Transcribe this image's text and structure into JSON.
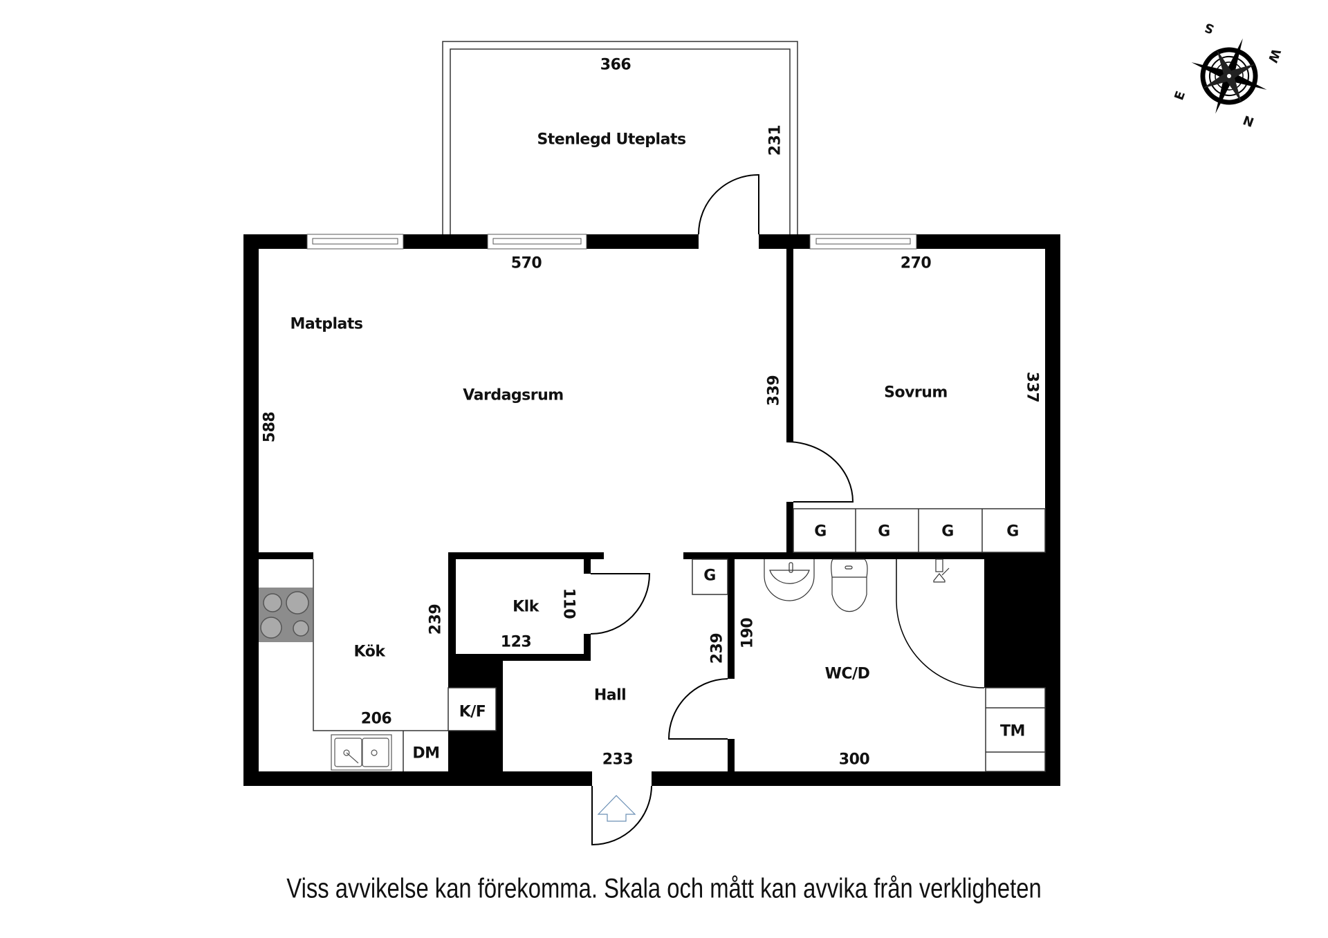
{
  "plan": {
    "rooms": {
      "patio": "Stenlegd Uteplats",
      "dining": "Matplats",
      "living": "Vardagsrum",
      "bedroom": "Sovrum",
      "kitchen": "Kök",
      "closet": "Klk",
      "hall": "Hall",
      "bathroom": "WC/D"
    },
    "dimensions": {
      "patio_width": "366",
      "patio_depth": "231",
      "living_width": "570",
      "living_depth": "588",
      "living_partition": "339",
      "bedroom_width": "270",
      "bedroom_depth": "337",
      "kitchen_depth": "239",
      "kitchen_width": "206",
      "closet_depth": "110",
      "closet_width": "123",
      "hall_depth": "239",
      "hall_width": "233",
      "bath_depth": "190",
      "bath_width": "300"
    },
    "fixtures": {
      "wardrobe": "G",
      "fridge_freezer": "K/F",
      "dishwasher": "DM",
      "washing_machine": "TM"
    },
    "entry_icon": "entrance-arrow-icon",
    "colors": {
      "wall": "#000000",
      "stove": "#8c8c8c",
      "entry_arrow": "#6a8fb5"
    }
  },
  "compass": {
    "icon": "compass-rose-icon",
    "labels": {
      "n": "N",
      "s": "S",
      "e": "E",
      "w": "W"
    }
  },
  "footer": {
    "disclaimer": "Viss avvikelse kan förekomma. Skala och mått kan avvika från verkligheten"
  }
}
